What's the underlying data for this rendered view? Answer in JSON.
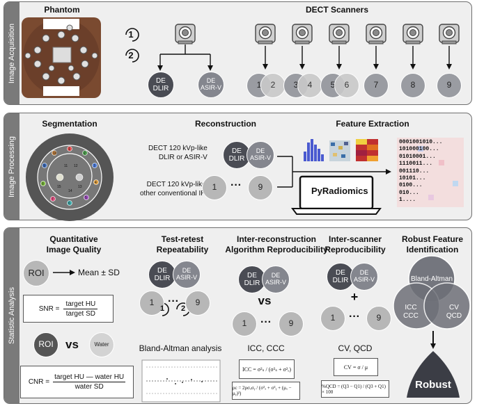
{
  "panels": {
    "acquisition": "Image Acquisition",
    "processing": "Image Processing",
    "statistics": "Statistic Analysis"
  },
  "acquisition": {
    "phantom_title": "Phantom",
    "scanners_title": "DECT Scanners",
    "step1": "1",
    "step2": "2",
    "dlir": "DE\nDLIR",
    "asirv": "DE\nASIR-V",
    "scanners": [
      "1",
      "2",
      "3",
      "4",
      "5",
      "6",
      "7",
      "8",
      "9"
    ]
  },
  "processing": {
    "segmentation_title": "Segmentation",
    "reconstruction_title": "Reconstruction",
    "feature_title": "Feature Extraction",
    "row1_label": "DECT 120 kVp-like\nDLIR or ASIR-V",
    "row2_label": "DECT 120 kVp-like\nother conventional IR",
    "dlir": "DE\nDLIR",
    "asirv": "DE\nASIR-V",
    "range_start": "1",
    "range_end": "9",
    "dots": "···",
    "pyradiomics": "PyRadiomics",
    "binary_lines": [
      "0001001010...",
      "101000100...",
      "01010001...",
      "1110011...",
      "001110...",
      "10101...",
      "0100...",
      "010...",
      "1...."
    ],
    "phantom_numbers": [
      "1",
      "2",
      "3",
      "4",
      "5",
      "6",
      "7",
      "8",
      "9",
      "10",
      "11",
      "12",
      "13",
      "14",
      "15"
    ]
  },
  "statistics": {
    "qiq_title": "Quantitative\nImage Quality",
    "roi": "ROI",
    "mean_sd": "Mean ± SD",
    "snr_label": "SNR =",
    "snr_num": "target HU",
    "snr_den": "target SD",
    "vs": "vs",
    "water": "Water",
    "cnr_label": "CNR =",
    "cnr_num": "target HU — water HU",
    "cnr_den": "water SD",
    "trr_title": "Test-retest\nRepeatability",
    "bland_altman_analysis": "Bland-Altman analysis",
    "irr_title": "Inter-reconstruction\nAlgorithm Reproducibility",
    "icc_ccc": "ICC, CCC",
    "isr_title": "Inter-scanner\nReproducibility",
    "plus": "+",
    "cv_qcd": "CV, QCD",
    "rfi_title": "Robust Feature\nIdentification",
    "venn_ba": "Bland-Altman",
    "venn_icc": "ICC\nCCC",
    "venn_cv": "CV\nQCD",
    "robust": "Robust",
    "dlir": "DE\nDLIR",
    "asirv": "DE\nASIR-V",
    "range_start": "1",
    "range_end": "9",
    "dots": "···",
    "step1": "1",
    "step2": "2",
    "formula_icc": "ICC = σ²ₛ / (σ²ₛ + σ²ₑ)",
    "formula_ccc": "ρc = 2ρσₓσᵧ / (σ²ₓ + σ²ᵧ + (μₓ − μᵧ)²)",
    "formula_cv": "CV = σ / μ",
    "formula_qcd": "%QCD = (Q3 − Q1) / (Q3 + Q1) × 100"
  },
  "colors": {
    "dark_node": "#4a4c54",
    "mid_node": "#84868e",
    "light_node": "#b7b7b7",
    "panel_bg": "#efefef",
    "sidebar": "#7a7a7a",
    "phantom_board": "#6b3f2a"
  }
}
